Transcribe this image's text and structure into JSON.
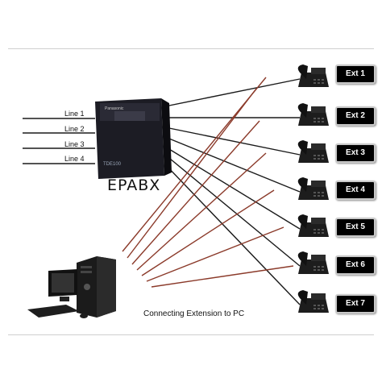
{
  "lines": [
    "Line 1",
    "Line 2",
    "Line 3",
    "Line 4"
  ],
  "extensions": [
    "Ext 1",
    "Ext 2",
    "Ext 3",
    "Ext 4",
    "Ext 5",
    "Ext 6",
    "Ext 7"
  ],
  "epabx": {
    "label": "EPABX",
    "brand": "Panasonic",
    "model": "TDE100"
  },
  "caption": "Connecting Extension to PC",
  "colors": {
    "black_wire": "#1a1a1a",
    "red_wire": "#8b3a2a",
    "ext_box": "#000000"
  },
  "icons": [
    "epabx-unit-icon",
    "phone-icon",
    "computer-icon"
  ]
}
